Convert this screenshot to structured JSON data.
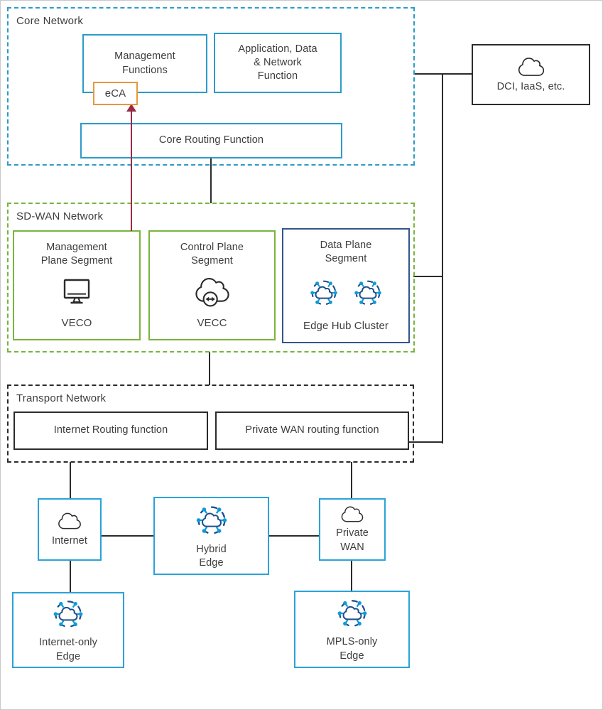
{
  "core_network": {
    "label": "Core Network",
    "management_functions": "Management Functions",
    "application_function": "Application, Data & Network Function",
    "eca": "eCA",
    "core_routing": "Core Routing Function"
  },
  "external": {
    "dci": "DCI, IaaS, etc."
  },
  "sdwan_network": {
    "label": "SD-WAN Network",
    "management_plane": {
      "title": "Management Plane Segment",
      "caption": "VECO"
    },
    "control_plane": {
      "title": "Control Plane Segment",
      "caption": "VECC"
    },
    "data_plane": {
      "title": "Data Plane Segment",
      "caption": "Edge Hub Cluster"
    }
  },
  "transport_network": {
    "label": "Transport Network",
    "internet_routing": "Internet Routing function",
    "private_wan_routing": "Private WAN routing function"
  },
  "underlay": {
    "internet": "Internet",
    "hybrid_edge": "Hybrid Edge",
    "private_wan": "Private WAN",
    "internet_only_edge": "Internet-only Edge",
    "mpls_only_edge": "MPLS-only Edge"
  },
  "colors": {
    "core_border": "#2c9cc9",
    "sdwan_border": "#78b43e",
    "data_plane_border": "#34558c",
    "eca_border": "#e8973b",
    "arrow": "#992b45",
    "line": "#2b2b2b",
    "edge_icon_navy": "#1c4e8d",
    "edge_icon_blue": "#0e9bd8"
  }
}
